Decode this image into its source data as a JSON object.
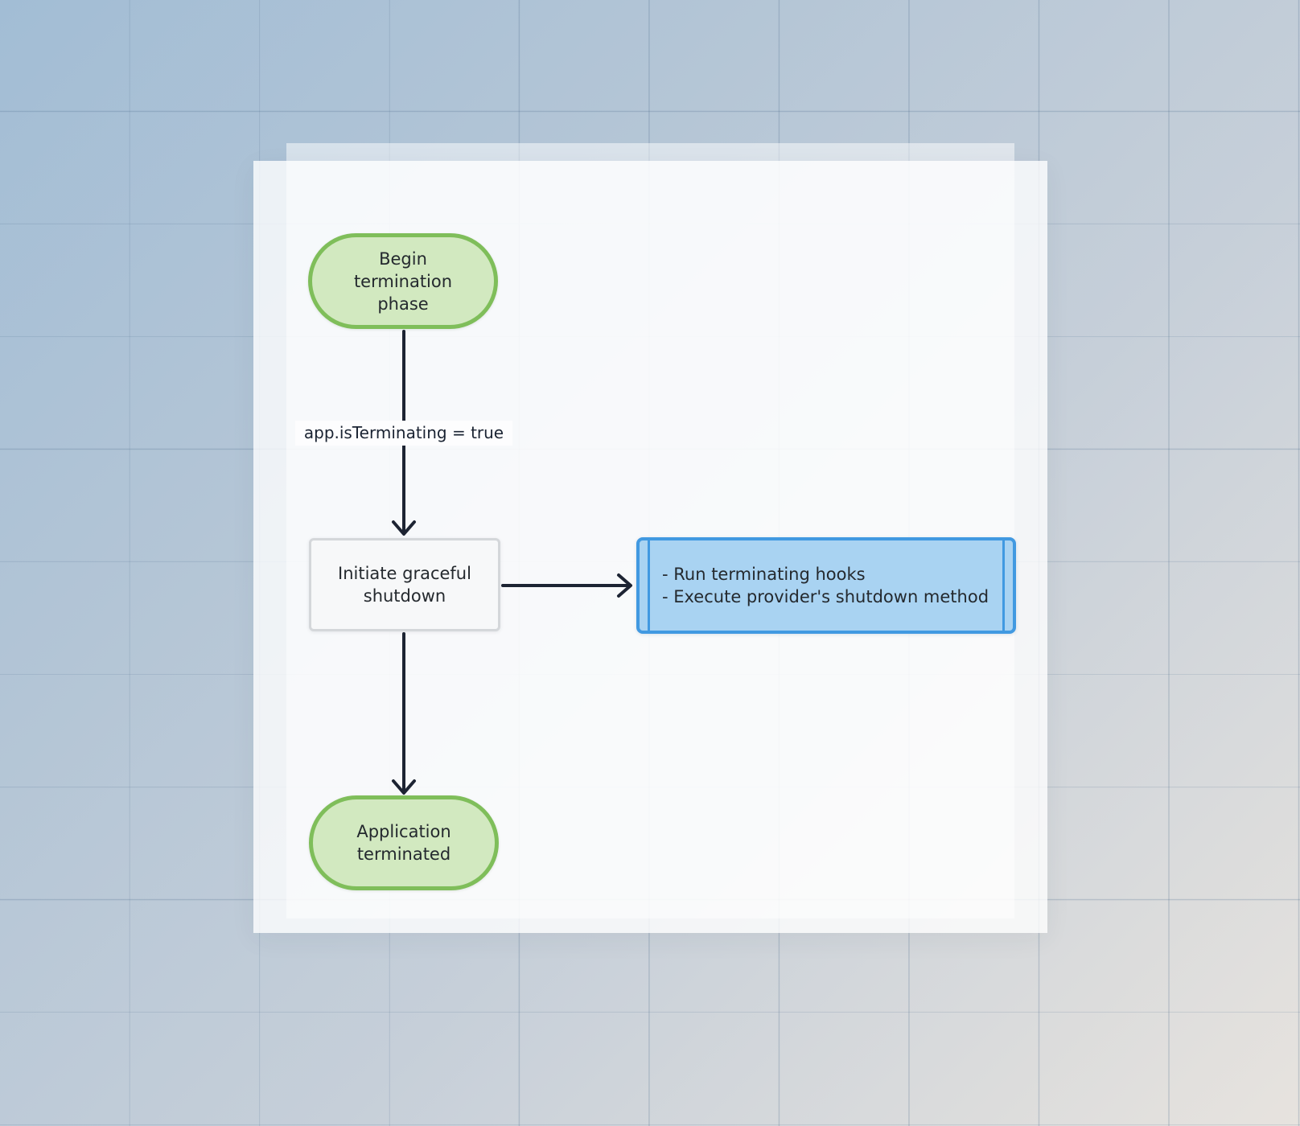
{
  "diagram": {
    "nodes": {
      "begin": {
        "label": "Begin\ntermination\nphase",
        "shape": "stadium"
      },
      "shutdown": {
        "label": "Initiate graceful\nshutdown",
        "shape": "rectangle"
      },
      "hooks": {
        "label": "- Run terminating hooks\n- Execute provider's shutdown method",
        "shape": "subroutine"
      },
      "terminated": {
        "label": "Application\nterminated",
        "shape": "stadium"
      }
    },
    "edges": {
      "begin_to_shutdown": {
        "label": "app.isTerminating = true",
        "direction": "down"
      },
      "shutdown_to_hooks": {
        "direction": "right"
      },
      "shutdown_to_terminated": {
        "direction": "down"
      }
    },
    "colors": {
      "stadium_fill": "#d2e9c0",
      "stadium_border": "#7fbe5a",
      "rect_fill": "#f7f8f9",
      "rect_border": "#d4d7da",
      "subroutine_fill": "#a9d3f2",
      "subroutine_border": "#4199e1",
      "arrow": "#1d2433",
      "canvas_gradient_start": "#a2bdd5",
      "canvas_gradient_end": "#e7e3de"
    }
  }
}
